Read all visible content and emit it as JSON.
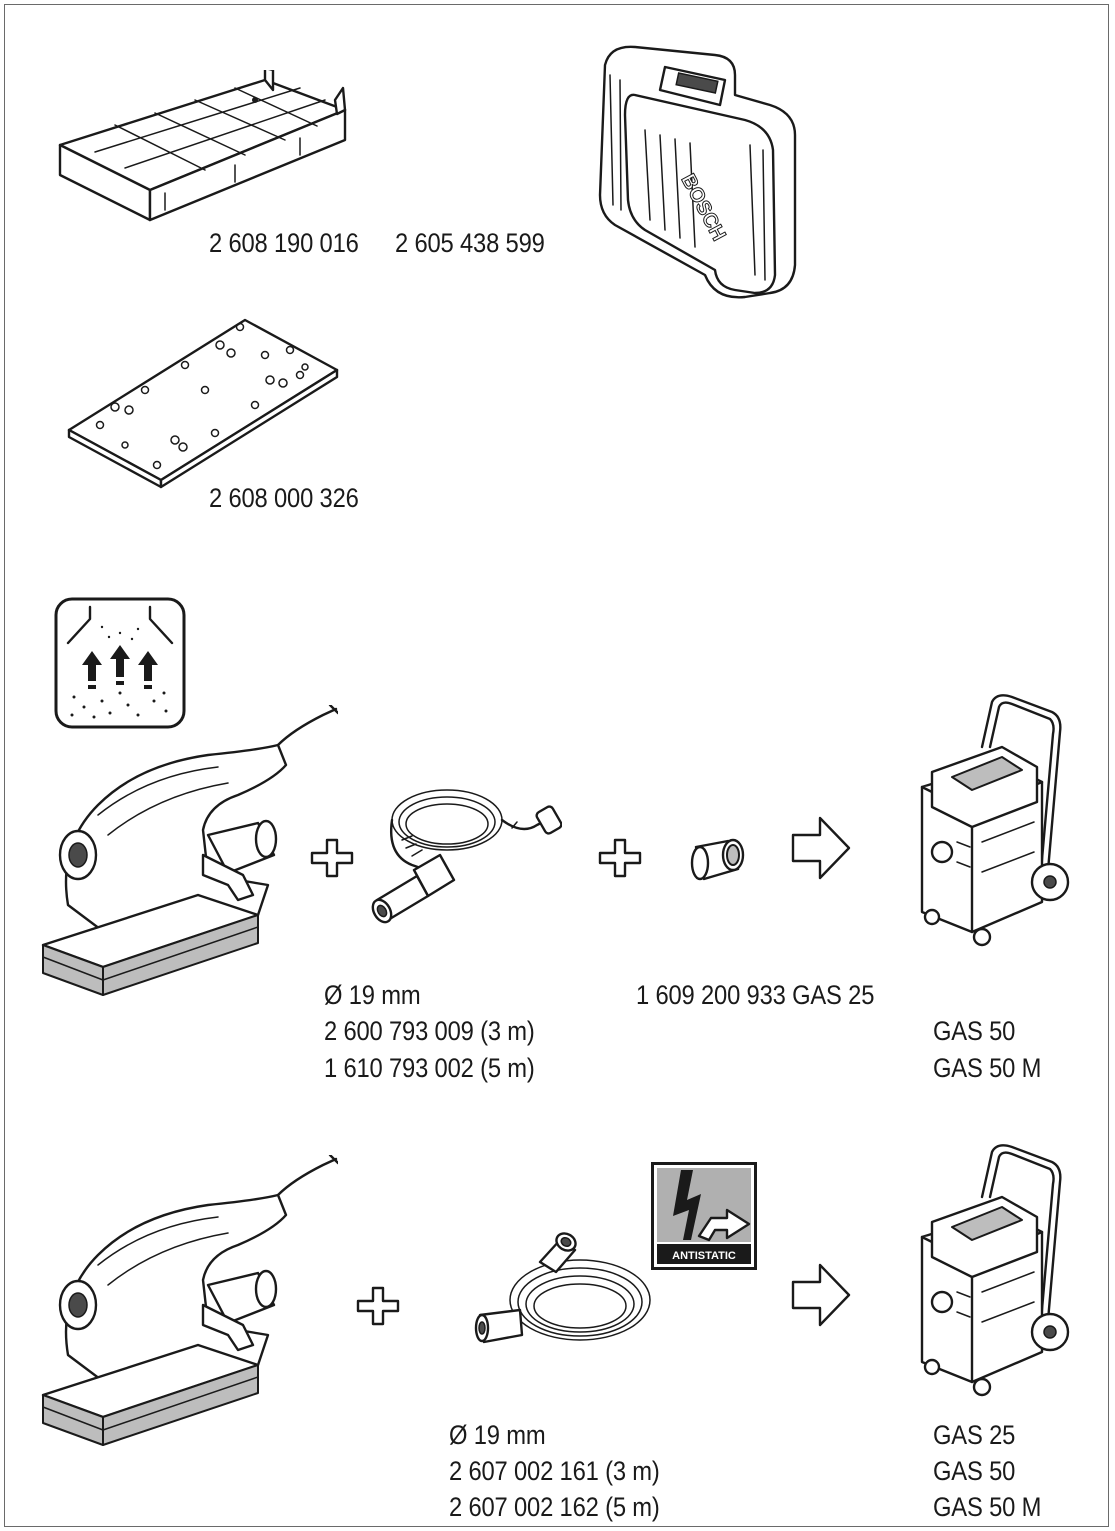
{
  "accessories": {
    "dust_box_part": "2 608 190 016",
    "case_part": "2 605 438 599",
    "case_brand": "BOSCH",
    "base_plate_part": "2 608 000 326"
  },
  "extraction_row_1": {
    "hose_diameter": "Ø 19 mm",
    "hose_3m": "2 600 793 009 (3 m)",
    "hose_5m": "1 610 793 002 (5 m)",
    "adapter_part": "1 609 200 933 GAS 25",
    "extractor_models": [
      "GAS 50",
      "GAS 50 M"
    ]
  },
  "extraction_row_2": {
    "antistatic_label": "ANTISTATIC",
    "hose_diameter": "Ø 19 mm",
    "hose_3m": "2 607 002 161 (3 m)",
    "hose_5m": "2 607 002 162 (5 m)",
    "extractor_models": [
      "GAS 25",
      "GAS 50",
      "GAS 50 M"
    ]
  },
  "icons": {
    "plus": "plus-icon",
    "arrow": "arrow-right-icon",
    "dust": "dust-extraction-icon"
  }
}
